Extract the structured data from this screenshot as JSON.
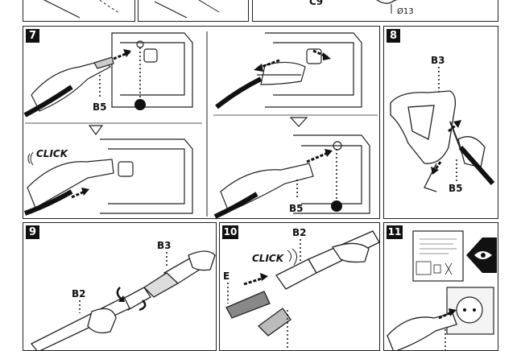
{
  "top_strip": {
    "label_c9": "C9",
    "label_o13": "Ø13"
  },
  "step7": {
    "number": "7",
    "label_b5_a": "B5",
    "label_b5_b": "B5",
    "click": "CLICK"
  },
  "step8": {
    "number": "8",
    "label_b3": "B3",
    "label_b5": "B5"
  },
  "step9": {
    "number": "9",
    "label_b3": "B3",
    "label_b2": "B2"
  },
  "step10": {
    "number": "10",
    "label_b2": "B2",
    "label_e": "E",
    "click": "CLICK"
  },
  "step11": {
    "number": "11"
  }
}
